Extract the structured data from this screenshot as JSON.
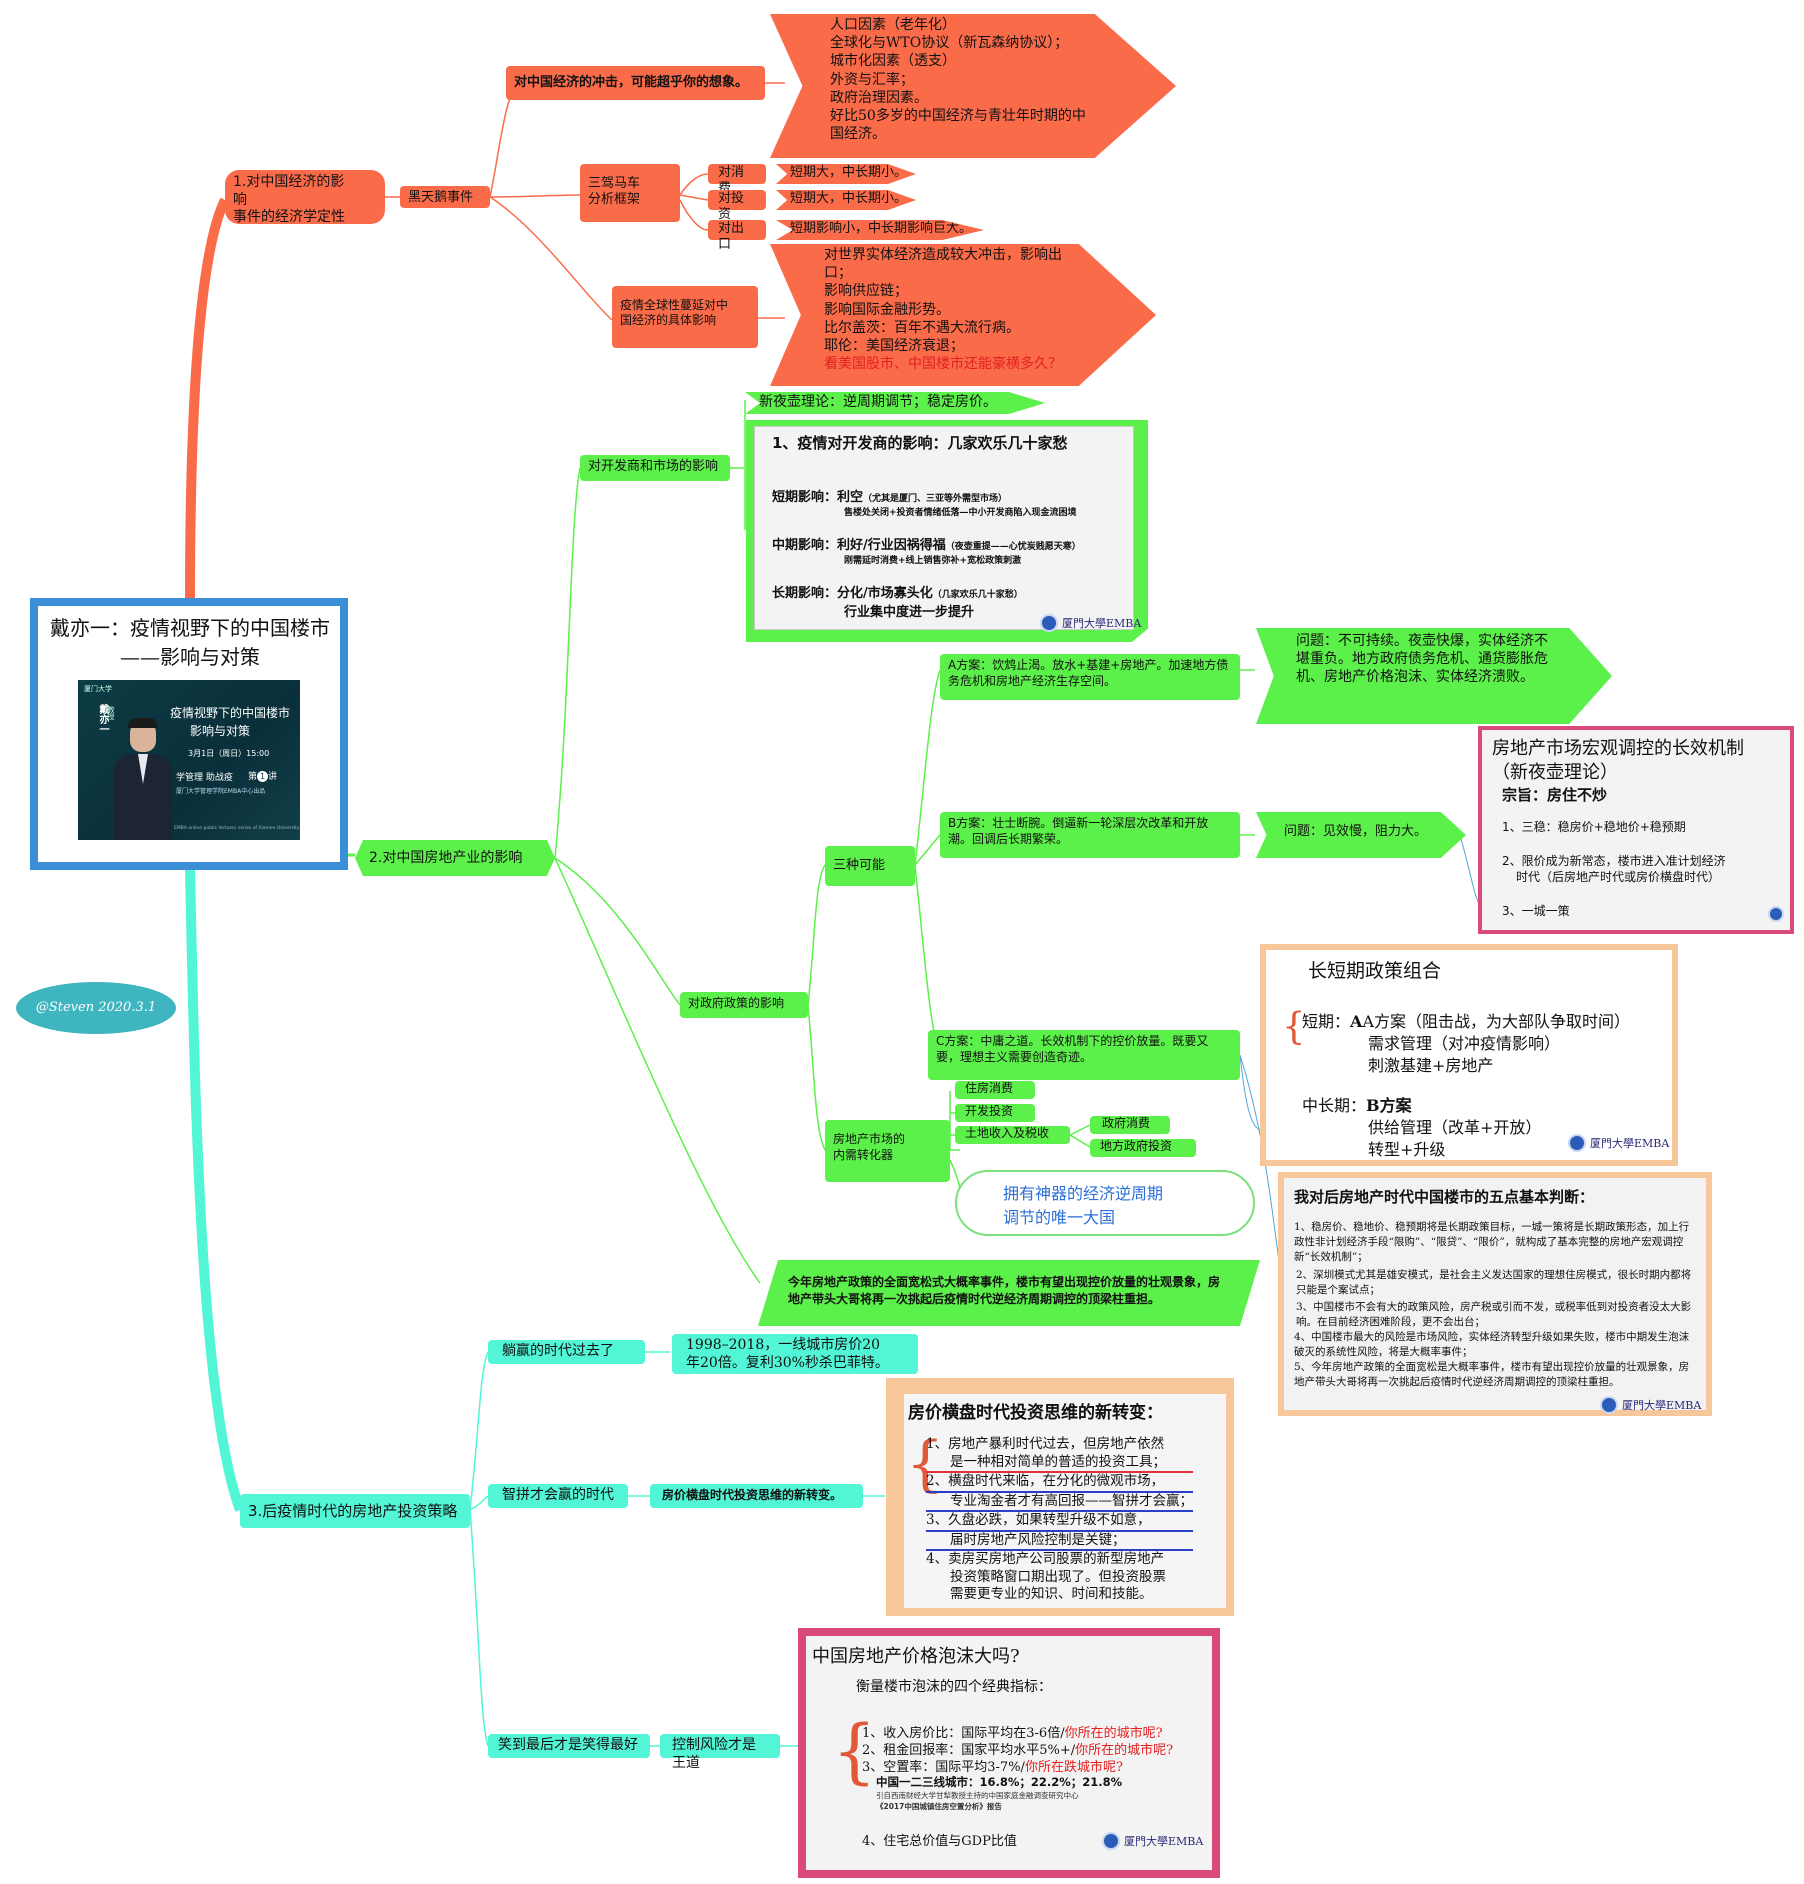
{
  "central": {
    "title": "戴亦一：疫情视野下的中国楼市——影响与对策",
    "poster": {
      "brand": "厦门大学",
      "speaker": "戴亦一",
      "speaker_role": "教授",
      "title_line1": "疫情视野下的中国楼市",
      "title_line2": "影响与对策",
      "date": "3月1日（周日）15:00",
      "series": "学管理 助战疫",
      "lecture_prefix": "第",
      "lecture_no": "1",
      "lecture_suffix": "讲",
      "organizer": "厦门大学管理学院EMBA中心出品",
      "footer": "EMBA online public lectures series of Xiamen University"
    }
  },
  "author_tag": "@Steven 2020.3.1",
  "branch1": {
    "title_line1": "1.对中国经济的影",
    "title_line2": "响",
    "title_line3": "事件的经济学定性",
    "black_swan": "黑天鹅事件",
    "impact": "对中国经济的冲击，可能超乎你的想象。",
    "impact_factors": [
      "人口因素（老年化）",
      "全球化与WTO协议（新瓦森纳协议）；",
      "城市化因素（透支）",
      "外资与汇率；",
      "政府治理因素。",
      "好比50多岁的中国经济与青壮年时期的中",
      "国经济。"
    ],
    "framework_line1": "三驾马车",
    "framework_line2": "分析框架",
    "framework_items": [
      {
        "label": "对消费",
        "value": "短期大，中长期小。"
      },
      {
        "label": "对投资",
        "value": "短期大，中长期小。"
      },
      {
        "label": "对出口",
        "value": "短期影响小，中长期影响巨大。"
      }
    ],
    "pandemic_line1": "疫情全球性蔓延对中",
    "pandemic_line2": "国经济的具体影响",
    "pandemic_points": [
      "对世界实体经济造成较大冲击，影响出",
      "口；",
      "影响供应链；",
      "影响国际金融形势。",
      "比尔盖茨：百年不遇大流行病。",
      "耶伦：美国经济衰退；"
    ],
    "pandemic_highlight": "看美国股市、中国楼市还能豪横多久？"
  },
  "branch2": {
    "title": "2.对中国房地产业的影响",
    "developers": "对开发商和市场的影响",
    "new_theory": "新夜壶理论：逆周期调节；稳定房价。",
    "dev_card": {
      "title": "1、疫情对开发商的影响：几家欢乐几十家愁",
      "rows": [
        {
          "label": "短期影响：",
          "main": "利空",
          "note": "（尤其是厦门、三亚等外需型市场）",
          "sub": "售楼处关闭+投资者情绪低落—中小开发商陷入现金流困境"
        },
        {
          "label": "中期影响：",
          "main": "利好/行业因祸得福",
          "note": "（夜壶重提——心忧炭贱愿天寒）",
          "sub": "刚需延时消费+线上销售弥补+宽松政策刺激"
        },
        {
          "label": "长期影响：",
          "main": "分化/市场寡头化",
          "note": "（几家欢乐几十家愁）",
          "sub": "行业集中度进一步提升"
        }
      ],
      "logo": "厦門大學EMBA"
    },
    "policy": "对政府政策的影响",
    "three": "三种可能",
    "plan_a": "A方案：饮鸩止渴。放水+基建+房地产。加速地方债务危机和房地产经济生存空间。",
    "plan_a_issue": "问题：不可持续。夜壶快爆，实体经济不堪重负。地方政府债务危机、通货膨胀危机、房地产价格泡沫、实体经济溃败。",
    "plan_b": "B方案：壮士断腕。倒逼新一轮深层次改革和开放潮。回调后长期繁荣。",
    "plan_b_issue": "问题：见效慢，阻力大。",
    "plan_c": "C方案：中庸之道。长效机制下的控价放量。既要又要，理想主义需要创造奇迹。",
    "long_card": {
      "title_line1": "房地产市场宏观调控的长效机制",
      "title_line2": "（新夜壶理论）",
      "principle": "宗旨：房住不炒",
      "items": [
        "1、三稳：稳房价+稳地价+稳预期",
        "2、限价成为新常态，楼市进入准计划经济",
        "时代（后房地产时代或房价横盘时代）",
        "3、一城一策"
      ]
    },
    "combo_card": {
      "title": "长短期政策组合",
      "short_label": "短期：",
      "short_plan": "A方案（阻击战，为大部队争取时间）",
      "short_items": [
        "需求管理（对冲疫情影响）",
        "刺激基建+房地产"
      ],
      "mid_label": "中长期：",
      "mid_plan": "B方案",
      "mid_items": [
        "供给管理（改革+开放）",
        "转型+升级"
      ],
      "logo": "厦門大學EMBA"
    },
    "converter_line1": "房地产市场的",
    "converter_line2": "内需转化器",
    "converter_items": [
      "住房消费",
      "开发投资",
      "土地收入及税收"
    ],
    "tax_items": [
      "政府消费",
      "地方政府投资"
    ],
    "cloud_line1": "拥有神器的经济逆周期",
    "cloud_line2": "调节的唯一大国",
    "banner": "今年房地产政策的全面宽松式大概率事件，楼市有望出现控价放量的壮观景象，房地产带头大哥将再一次挑起后疫情时代逆经济周期调控的顶梁柱重担。",
    "judge_card": {
      "title": "我对后房地产时代中国楼市的五点基本判断：",
      "items": [
        "1、稳房价、稳地价、稳预期将是长期政策目标，一城一策将是长期政策形态，加上行政性非计划经济手段“限购”、“限贷”、“限价”，就构成了基本完整的房地产宏观调控新“长效机制”；",
        "2、深圳模式尤其是雄安模式，是社会主义发达国家的理想住房模式，很长时期内都将只能是个案试点；",
        "3、中国楼市不会有大的政策风险，房产税或引而不发，或税率低到对投资者没太大影响。在目前经济困难阶段，更不会出台；",
        "4、中国楼市最大的风险是市场风险，实体经济转型升级如果失败，楼市中期发生泡沫破灭的系统性风险，将是大概率事件；",
        "5、今年房地产政策的全面宽松是大概率事件，楼市有望出现控价放量的壮观景象，房地产带头大哥将再一次挑起后疫情时代逆经济周期调控的顶梁柱重担。"
      ],
      "logo": "厦門大學EMBA"
    }
  },
  "branch3": {
    "title": "3.后疫情时代的房地产投资策略",
    "era_over": "躺赢的时代过去了",
    "era_note_line1": "1998–2018，一线城市房价20",
    "era_note_line2": "年20倍。复利30%秒杀巴菲特。",
    "smart": "智拼才会赢的时代",
    "smart_node": "房价横盘时代投资思维的新转变。",
    "think_card": {
      "title": "房价横盘时代投资思维的新转变：",
      "items": [
        "1、房地产暴利时代过去，但房地产依然",
        "是一种相对简单的普适的投资工具；",
        "2、横盘时代来临，在分化的微观市场，",
        "专业淘金者才有高回报——智拼才会赢；",
        "3、久盘必跌，如果转型升级不如意，",
        "届时房地产风险控制是关键；",
        "4、卖房买房地产公司股票的新型房地产",
        "投资策略窗口期出现了。但投资股票",
        "需要更专业的知识、时间和技能。"
      ]
    },
    "last_laugh": "笑到最后才是笑得最好",
    "risk": "控制风险才是王道",
    "bubble_card": {
      "title": "中国房地产价格泡沫大吗?",
      "subtitle": "衡量楼市泡沫的四个经典指标：",
      "items": [
        {
          "text": "1、收入房价比：国际平均在3-6倍/",
          "red": "你所在的城市呢?"
        },
        {
          "text": "2、租金回报率：国家平均水平5%+/",
          "red": "你所在的城市呢?"
        },
        {
          "text": "3、空置率：国际平均3-7%/",
          "red": "你所在跌城市呢?"
        }
      ],
      "vacancy": "中国一二三线城市：16.8%；22.2%；21.8%",
      "source_line1": "引自西南财经大学甘犁教授主持的中国家庭金融调查研究中心",
      "source_line2": "《2017中国城镇住房空置分析》报告",
      "item4": "4、住宅总价值与GDP比值",
      "logo": "厦門大學EMBA"
    }
  },
  "colors": {
    "orange": "#fa6b4a",
    "green": "#5cf04a",
    "cyan": "#52f5d6",
    "blue_frame": "#3a8fd6",
    "pink_frame": "#d94a78",
    "peach_frame": "#f7c79a",
    "highlight_red": "#e32020"
  }
}
